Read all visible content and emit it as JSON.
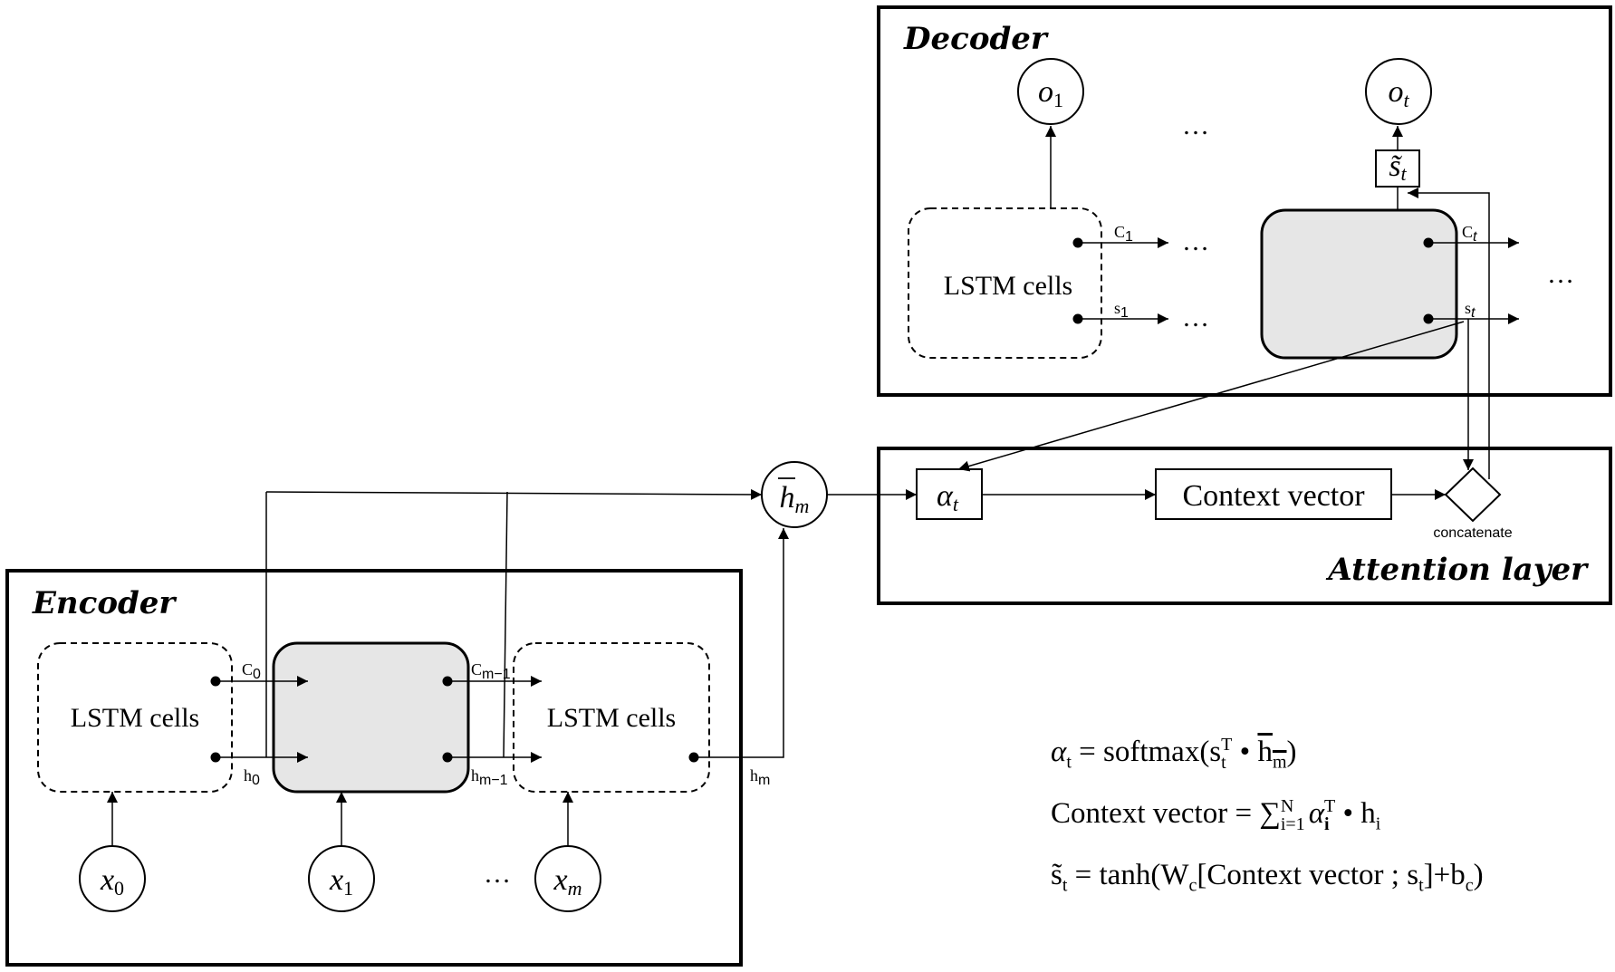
{
  "encoder": {
    "title": "Encoder",
    "cell_label_left": "LSTM cells",
    "cell_label_right": "LSTM cells",
    "c0": "C",
    "c0_sub": "0",
    "h0": "h",
    "h0_sub": "0",
    "cm1": "C",
    "cm1_sub": "m−1",
    "hm1": "h",
    "hm1_sub": "m−1",
    "hm": "h",
    "hm_sub": "m",
    "x0": "x",
    "x0_sub": "0",
    "x1": "x",
    "x1_sub": "1",
    "xm": "x",
    "xm_sub": "m",
    "ellipsis": "…"
  },
  "hbar": {
    "symbol": "h",
    "sub": "m"
  },
  "decoder": {
    "title": "Decoder",
    "cell_label": "LSTM cells",
    "o1": "o",
    "o1_sub": "1",
    "ot": "o",
    "ot_sub": "t",
    "st_tilde": "s̃",
    "st_tilde_sub": "t",
    "c1": "C",
    "c1_sub": "1",
    "s1": "s",
    "s1_sub": "1",
    "ct": "C",
    "ct_sub": "t",
    "st": "s",
    "st_sub": "t",
    "ellipsis": "…"
  },
  "attention": {
    "title": "Attention layer",
    "alpha": "α",
    "alpha_sub": "t",
    "context_vector": "Context vector",
    "concatenate": "concatenate"
  },
  "equations": {
    "eq1_alpha": "α",
    "eq1_alpha_sub": "t",
    "eq1_mid": " = softmax(s",
    "eq1_s_sub": "t",
    "eq1_s_sup": "T",
    "eq1_dot": " • ",
    "eq1_h": "h",
    "eq1_h_sub": "m",
    "eq1_end": ")",
    "eq2_lhs": "Context vector = ",
    "eq2_sum": "∑",
    "eq2_sum_sub": "i=1",
    "eq2_sum_sup": "N",
    "eq2_alpha": "α",
    "eq2_alpha_sub": "i",
    "eq2_alpha_sup": "T",
    "eq2_dot": " • h",
    "eq2_h_sub": "i",
    "eq3_s": "s̃",
    "eq3_s_sub": "t",
    "eq3_mid": " = tanh(W",
    "eq3_w_sub": "c",
    "eq3_bracket": "[Context vector ; s",
    "eq3_st_sub": "t",
    "eq3_b": "]+b",
    "eq3_b_sub": "c",
    "eq3_end": ")"
  }
}
